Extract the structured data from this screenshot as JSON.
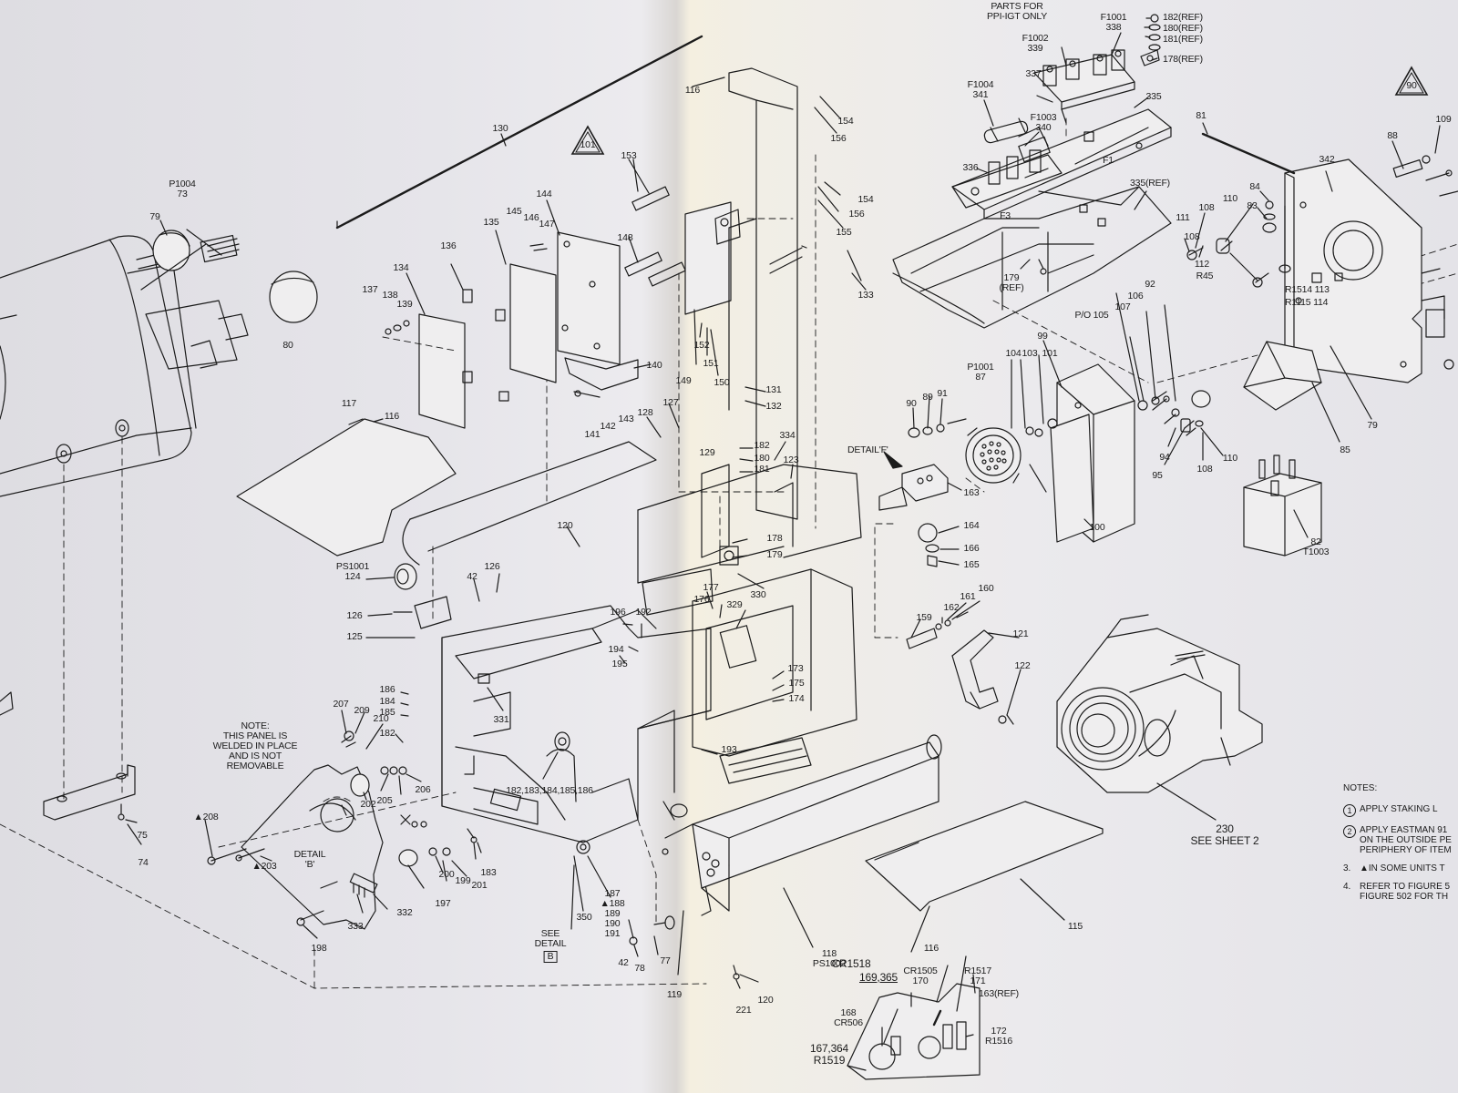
{
  "labels": [
    {
      "id": "p1004",
      "text": "P1004\n73"
    },
    {
      "id": "l79a",
      "text": "79"
    },
    {
      "id": "l80",
      "text": "80"
    },
    {
      "id": "l130",
      "text": "130"
    },
    {
      "id": "l136",
      "text": "136"
    },
    {
      "id": "l134",
      "text": "134"
    },
    {
      "id": "l137",
      "text": "137"
    },
    {
      "id": "l138",
      "text": "138"
    },
    {
      "id": "l139",
      "text": "139"
    },
    {
      "id": "l135",
      "text": "135"
    },
    {
      "id": "l145",
      "text": "145"
    },
    {
      "id": "l146",
      "text": "146"
    },
    {
      "id": "l147",
      "text": "147"
    },
    {
      "id": "l144",
      "text": "144"
    },
    {
      "id": "l153",
      "text": "153"
    },
    {
      "id": "l148",
      "text": "148"
    },
    {
      "id": "l140",
      "text": "140"
    },
    {
      "id": "l141",
      "text": "141"
    },
    {
      "id": "l142",
      "text": "142"
    },
    {
      "id": "l143",
      "text": "143"
    },
    {
      "id": "l117",
      "text": "117"
    },
    {
      "id": "l116a",
      "text": "116"
    },
    {
      "id": "l116b",
      "text": "116"
    },
    {
      "id": "l154a",
      "text": "154"
    },
    {
      "id": "l156a",
      "text": "156"
    },
    {
      "id": "l154b",
      "text": "154"
    },
    {
      "id": "l156b",
      "text": "156"
    },
    {
      "id": "l155",
      "text": "155"
    },
    {
      "id": "l133",
      "text": "133"
    },
    {
      "id": "l152",
      "text": "152"
    },
    {
      "id": "l151",
      "text": "151"
    },
    {
      "id": "l149",
      "text": "149"
    },
    {
      "id": "l150",
      "text": "150"
    },
    {
      "id": "l131",
      "text": "131"
    },
    {
      "id": "l132",
      "text": "132"
    },
    {
      "id": "l128",
      "text": "128"
    },
    {
      "id": "l127",
      "text": "127"
    },
    {
      "id": "l129",
      "text": "129"
    },
    {
      "id": "l182a",
      "text": "182"
    },
    {
      "id": "l180a",
      "text": "180"
    },
    {
      "id": "l181a",
      "text": "181"
    },
    {
      "id": "l334",
      "text": "334"
    },
    {
      "id": "l123",
      "text": "123"
    },
    {
      "id": "l120a",
      "text": "120"
    },
    {
      "id": "l178a",
      "text": "178"
    },
    {
      "id": "l179a",
      "text": "179"
    },
    {
      "id": "l330",
      "text": "330"
    },
    {
      "id": "ps1001",
      "text": "PS1001\n124"
    },
    {
      "id": "l42a",
      "text": "42"
    },
    {
      "id": "l126a",
      "text": "126"
    },
    {
      "id": "l126b",
      "text": "126"
    },
    {
      "id": "l125",
      "text": "125"
    },
    {
      "id": "l177",
      "text": "177"
    },
    {
      "id": "l176",
      "text": "176"
    },
    {
      "id": "l329",
      "text": "329"
    },
    {
      "id": "l196",
      "text": "196"
    },
    {
      "id": "l192",
      "text": "192"
    },
    {
      "id": "l194",
      "text": "194"
    },
    {
      "id": "l195",
      "text": "195"
    },
    {
      "id": "l331",
      "text": "331"
    },
    {
      "id": "l186",
      "text": "186"
    },
    {
      "id": "l184",
      "text": "184"
    },
    {
      "id": "l185",
      "text": "185"
    },
    {
      "id": "l182b",
      "text": "182"
    },
    {
      "id": "l173",
      "text": "173"
    },
    {
      "id": "l175",
      "text": "175"
    },
    {
      "id": "l174",
      "text": "174"
    },
    {
      "id": "l193",
      "text": "193"
    },
    {
      "id": "note_panel",
      "text": "NOTE:\nTHIS PANEL IS\nWELDED IN PLACE\nAND IS NOT\nREMOVABLE"
    },
    {
      "id": "l207",
      "text": "207"
    },
    {
      "id": "l209",
      "text": "209"
    },
    {
      "id": "l210",
      "text": "210"
    },
    {
      "id": "l202",
      "text": "202"
    },
    {
      "id": "l205",
      "text": "205"
    },
    {
      "id": "l206",
      "text": "206"
    },
    {
      "id": "l182list",
      "text": "182,183,184,185,186"
    },
    {
      "id": "l208",
      "text": "▲208"
    },
    {
      "id": "l203",
      "text": "▲203"
    },
    {
      "id": "detB",
      "text": "DETAIL\n'B'"
    },
    {
      "id": "l200",
      "text": "200"
    },
    {
      "id": "l199",
      "text": "199"
    },
    {
      "id": "l201",
      "text": "201"
    },
    {
      "id": "l183",
      "text": "183"
    },
    {
      "id": "l197",
      "text": "197"
    },
    {
      "id": "l332",
      "text": "332"
    },
    {
      "id": "l333",
      "text": "333"
    },
    {
      "id": "l198",
      "text": "198"
    },
    {
      "id": "l75",
      "text": "75"
    },
    {
      "id": "l74",
      "text": "74"
    },
    {
      "id": "l187",
      "text": "187\n▲188\n189\n190\n191"
    },
    {
      "id": "l350",
      "text": "350"
    },
    {
      "id": "seeB",
      "text": "SEE\nDETAIL"
    },
    {
      "id": "boxB",
      "text": "B"
    },
    {
      "id": "l42b",
      "text": "42"
    },
    {
      "id": "l78",
      "text": "78"
    },
    {
      "id": "l77",
      "text": "77"
    },
    {
      "id": "l119",
      "text": "119"
    },
    {
      "id": "l221",
      "text": "221"
    },
    {
      "id": "l120b",
      "text": "120"
    },
    {
      "id": "l118",
      "text": "118\nPS1002"
    },
    {
      "id": "cr1518",
      "text": "CR1518"
    },
    {
      "id": "l169",
      "text": "169,365"
    },
    {
      "id": "cr1505",
      "text": "CR1505\n170"
    },
    {
      "id": "r1517",
      "text": "R1517\n171"
    },
    {
      "id": "l163ref",
      "text": "163(REF)"
    },
    {
      "id": "l168",
      "text": "168\nCR506"
    },
    {
      "id": "l167",
      "text": "167,364\nR1519"
    },
    {
      "id": "l172",
      "text": "172\nR1516"
    },
    {
      "id": "l116c",
      "text": "116"
    },
    {
      "id": "l115",
      "text": "115"
    },
    {
      "id": "parts",
      "text": "PARTS FOR\nPPI-IGT ONLY"
    },
    {
      "id": "f1001",
      "text": "F1001\n338"
    },
    {
      "id": "f1002",
      "text": "F1002\n339"
    },
    {
      "id": "l182r",
      "text": "182(REF)"
    },
    {
      "id": "l180r",
      "text": "180(REF)"
    },
    {
      "id": "l181r",
      "text": "181(REF)"
    },
    {
      "id": "l178r",
      "text": "178(REF)"
    },
    {
      "id": "l337",
      "text": "337"
    },
    {
      "id": "l335",
      "text": "335"
    },
    {
      "id": "f1004",
      "text": "F1004\n341"
    },
    {
      "id": "f1003",
      "text": "F1003\n340"
    },
    {
      "id": "l336",
      "text": "336"
    },
    {
      "id": "f1",
      "text": "F1"
    },
    {
      "id": "f3",
      "text": "F3"
    },
    {
      "id": "l335r",
      "text": "335(REF)"
    },
    {
      "id": "l179r",
      "text": "179\n(REF)"
    },
    {
      "id": "l81",
      "text": "81"
    },
    {
      "id": "l342",
      "text": "342"
    },
    {
      "id": "l88",
      "text": "88"
    },
    {
      "id": "l109",
      "text": "109"
    },
    {
      "id": "l84",
      "text": "84"
    },
    {
      "id": "l83",
      "text": "83"
    },
    {
      "id": "l108a",
      "text": "108"
    },
    {
      "id": "l110a",
      "text": "110"
    },
    {
      "id": "l111",
      "text": "111"
    },
    {
      "id": "l112",
      "text": "112"
    },
    {
      "id": "r45",
      "text": "R45"
    },
    {
      "id": "l108b",
      "text": "108"
    },
    {
      "id": "r1514",
      "text": "R1514 113"
    },
    {
      "id": "r1115",
      "text": "R1115 114"
    },
    {
      "id": "p0105",
      "text": "P/O 105"
    },
    {
      "id": "l107",
      "text": "107"
    },
    {
      "id": "l106",
      "text": "106"
    },
    {
      "id": "l92",
      "text": "92"
    },
    {
      "id": "l99",
      "text": "99"
    },
    {
      "id": "p1001",
      "text": "P1001\n87"
    },
    {
      "id": "l104",
      "text": "104"
    },
    {
      "id": "l103",
      "text": "103"
    },
    {
      "id": "l101",
      "text": "101"
    },
    {
      "id": "l90",
      "text": "90"
    },
    {
      "id": "l89",
      "text": "89"
    },
    {
      "id": "l91",
      "text": "91"
    },
    {
      "id": "detF",
      "text": "DETAIL'F'"
    },
    {
      "id": "l163",
      "text": "163"
    },
    {
      "id": "l94",
      "text": "94"
    },
    {
      "id": "l95",
      "text": "95"
    },
    {
      "id": "l108c",
      "text": "108"
    },
    {
      "id": "l110b",
      "text": "110"
    },
    {
      "id": "l85",
      "text": "85"
    },
    {
      "id": "l79b",
      "text": "79"
    },
    {
      "id": "l100",
      "text": "100"
    },
    {
      "id": "l82",
      "text": "82\nT1003"
    },
    {
      "id": "l164",
      "text": "164"
    },
    {
      "id": "l166",
      "text": "166"
    },
    {
      "id": "l165",
      "text": "165"
    },
    {
      "id": "l161",
      "text": "161"
    },
    {
      "id": "l160",
      "text": "160"
    },
    {
      "id": "l162",
      "text": "162"
    },
    {
      "id": "l159",
      "text": "159"
    },
    {
      "id": "l121",
      "text": "121"
    },
    {
      "id": "l122",
      "text": "122"
    },
    {
      "id": "l230",
      "text": "230\nSEE SHEET 2"
    },
    {
      "id": "tri1",
      "text": "1"
    },
    {
      "id": "tri2",
      "text": "2"
    }
  ],
  "notes": {
    "title": "NOTES:",
    "items": [
      {
        "num": "1",
        "circled": true,
        "text": "APPLY STAKING L"
      },
      {
        "num": "2",
        "circled": true,
        "text": "APPLY EASTMAN 91\nON THE OUTSIDE PE\nPERIPHERY OF ITEM"
      },
      {
        "num": "3.",
        "circled": false,
        "text": "▲IN SOME UNITS T"
      },
      {
        "num": "4.",
        "circled": false,
        "text": "REFER TO FIGURE 5\nFIGURE 502 FOR TH"
      }
    ]
  }
}
